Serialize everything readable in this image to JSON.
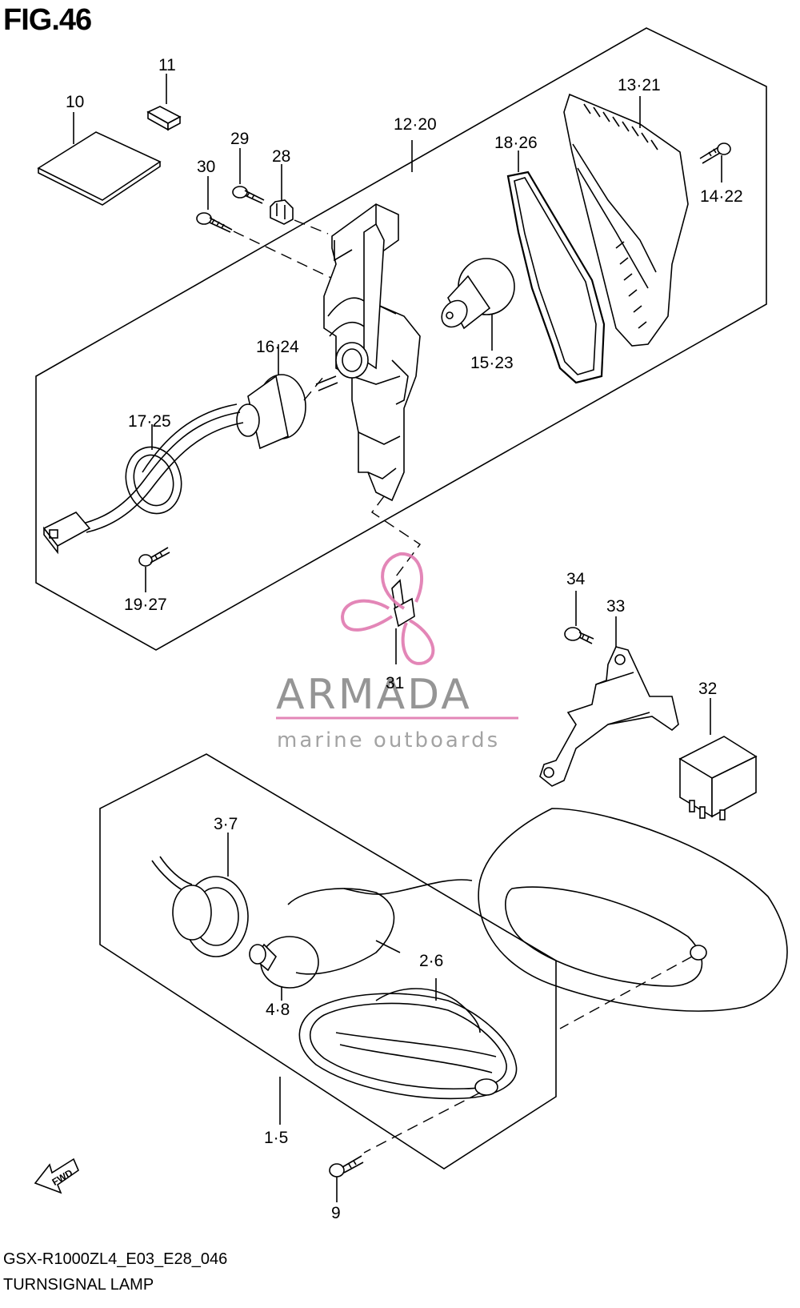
{
  "figure": {
    "title": "FIG.46"
  },
  "callouts": {
    "c10": "10",
    "c11": "11",
    "c29": "29",
    "c28": "28",
    "c30": "30",
    "c12_20": "12·20",
    "c18_26": "18·26",
    "c13_21": "13·21",
    "c14_22": "14·22",
    "c15_23": "15·23",
    "c16_24": "16·24",
    "c17_25": "17·25",
    "c19_27": "19·27",
    "c31": "31",
    "c34": "34",
    "c33": "33",
    "c32": "32",
    "c3_7": "3·7",
    "c2_6": "2·6",
    "c4_8": "4·8",
    "c1_5": "1·5",
    "c9": "9"
  },
  "fwd_label": "FWD",
  "watermark": {
    "brand": "ARMADA",
    "tagline": "marine outboards",
    "color": "#e07ab0"
  },
  "footer": {
    "model_code": "GSX-R1000ZL4_E03_E28_046",
    "section_name": "TURNSIGNAL LAMP"
  }
}
